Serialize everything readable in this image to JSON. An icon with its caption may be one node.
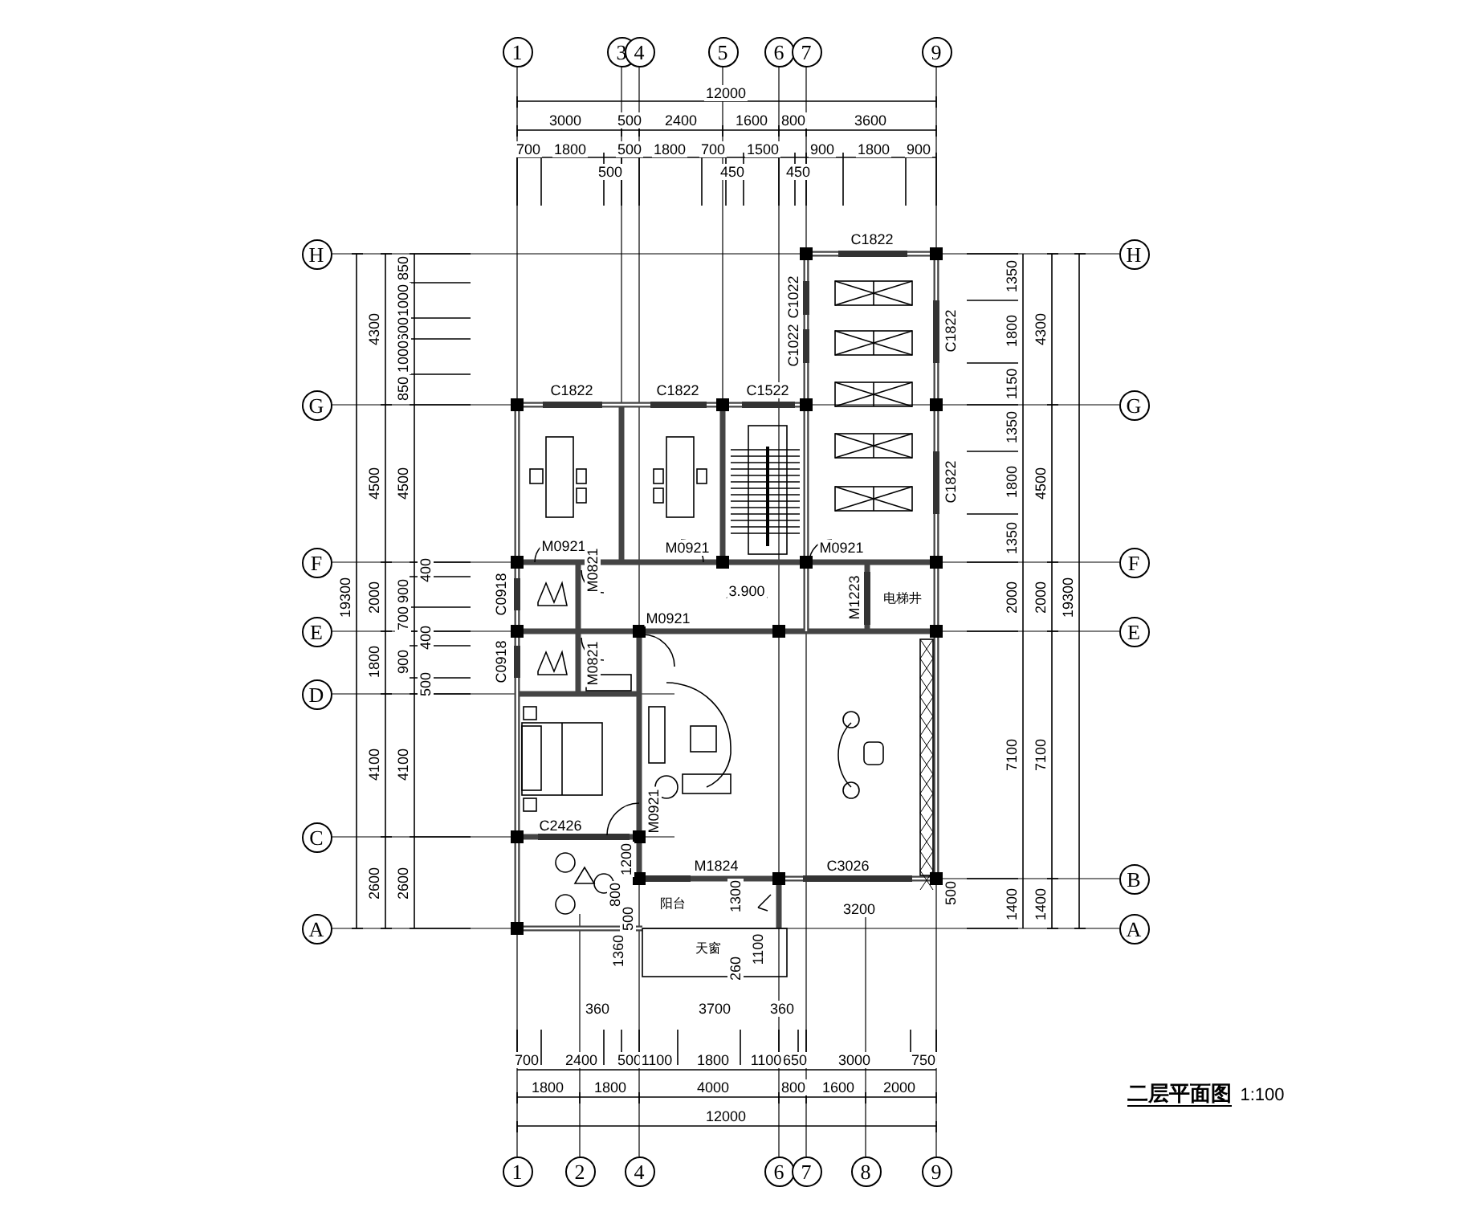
{
  "diagram": {
    "title": "二层平面图",
    "nodes": [
      {
        "text": [
          "1"
        ]
      },
      {
        "text": [
          "3"
        ]
      },
      {
        "text": [
          "4"
        ]
      },
      {
        "text": [
          "5"
        ]
      },
      {
        "text": [
          "6"
        ]
      },
      {
        "text": [
          "7"
        ]
      },
      {
        "text": [
          "9"
        ]
      },
      {
        "text": [
          "H"
        ]
      },
      {
        "text": [
          "H"
        ]
      },
      {
        "text": [
          "G"
        ]
      },
      {
        "text": [
          "G"
        ]
      },
      {
        "text": [
          "F"
        ]
      },
      {
        "text": [
          "F"
        ]
      },
      {
        "text": [
          "E"
        ]
      },
      {
        "text": [
          "E"
        ]
      },
      {
        "text": [
          "D"
        ]
      },
      {
        "text": [
          "C"
        ]
      },
      {
        "text": [
          "B"
        ]
      },
      {
        "text": [
          "A"
        ]
      },
      {
        "text": [
          "A"
        ]
      },
      {
        "text": [
          "1"
        ]
      },
      {
        "text": [
          "2"
        ]
      },
      {
        "text": [
          "4"
        ]
      },
      {
        "text": [
          "6"
        ]
      },
      {
        "text": [
          "7"
        ]
      },
      {
        "text": [
          "8"
        ]
      },
      {
        "text": [
          "9"
        ]
      }
    ],
    "labels": [
      "12000",
      "3000",
      "500",
      "2400",
      "1600",
      "800",
      "3600",
      "700",
      "1800",
      "500",
      "1800",
      "700",
      "1500",
      "900",
      "1800",
      "900",
      "500",
      "450",
      "450",
      "4300",
      "850",
      "1000",
      "600",
      "1000",
      "850",
      "4500",
      "4500",
      "400",
      "19300",
      "2000",
      "900",
      "700",
      "400",
      "1800",
      "900",
      "500",
      "4100",
      "4100",
      "2600",
      "2600",
      "1350",
      "1800",
      "4300",
      "1150",
      "1350",
      "1800",
      "4500",
      "1350",
      "2000",
      "2000",
      "19300",
      "7100",
      "7100",
      "1400",
      "1400",
      "C1822",
      "C1822",
      "C1522",
      "C1822",
      "C1022",
      "C1022",
      "C1822",
      "C1822",
      "M0921",
      "M0921",
      "M0921",
      "C0918",
      "M0821",
      "3.900",
      "M1223",
      "电梯井",
      "M0921",
      "C0918",
      "M0821",
      "M0921",
      "C2426",
      "1200",
      "M1824",
      "C3026",
      "800",
      "阳台",
      "1300",
      "500",
      "3200",
      "500",
      "1360",
      "天窗",
      "1100",
      "260",
      "360",
      "3700",
      "360",
      "700",
      "2400",
      "500",
      "1100",
      "1800",
      "1100",
      "650",
      "3000",
      "750",
      "1800",
      "1800",
      "4000",
      "800",
      "1600",
      "2000",
      "12000",
      "1:100"
    ]
  }
}
